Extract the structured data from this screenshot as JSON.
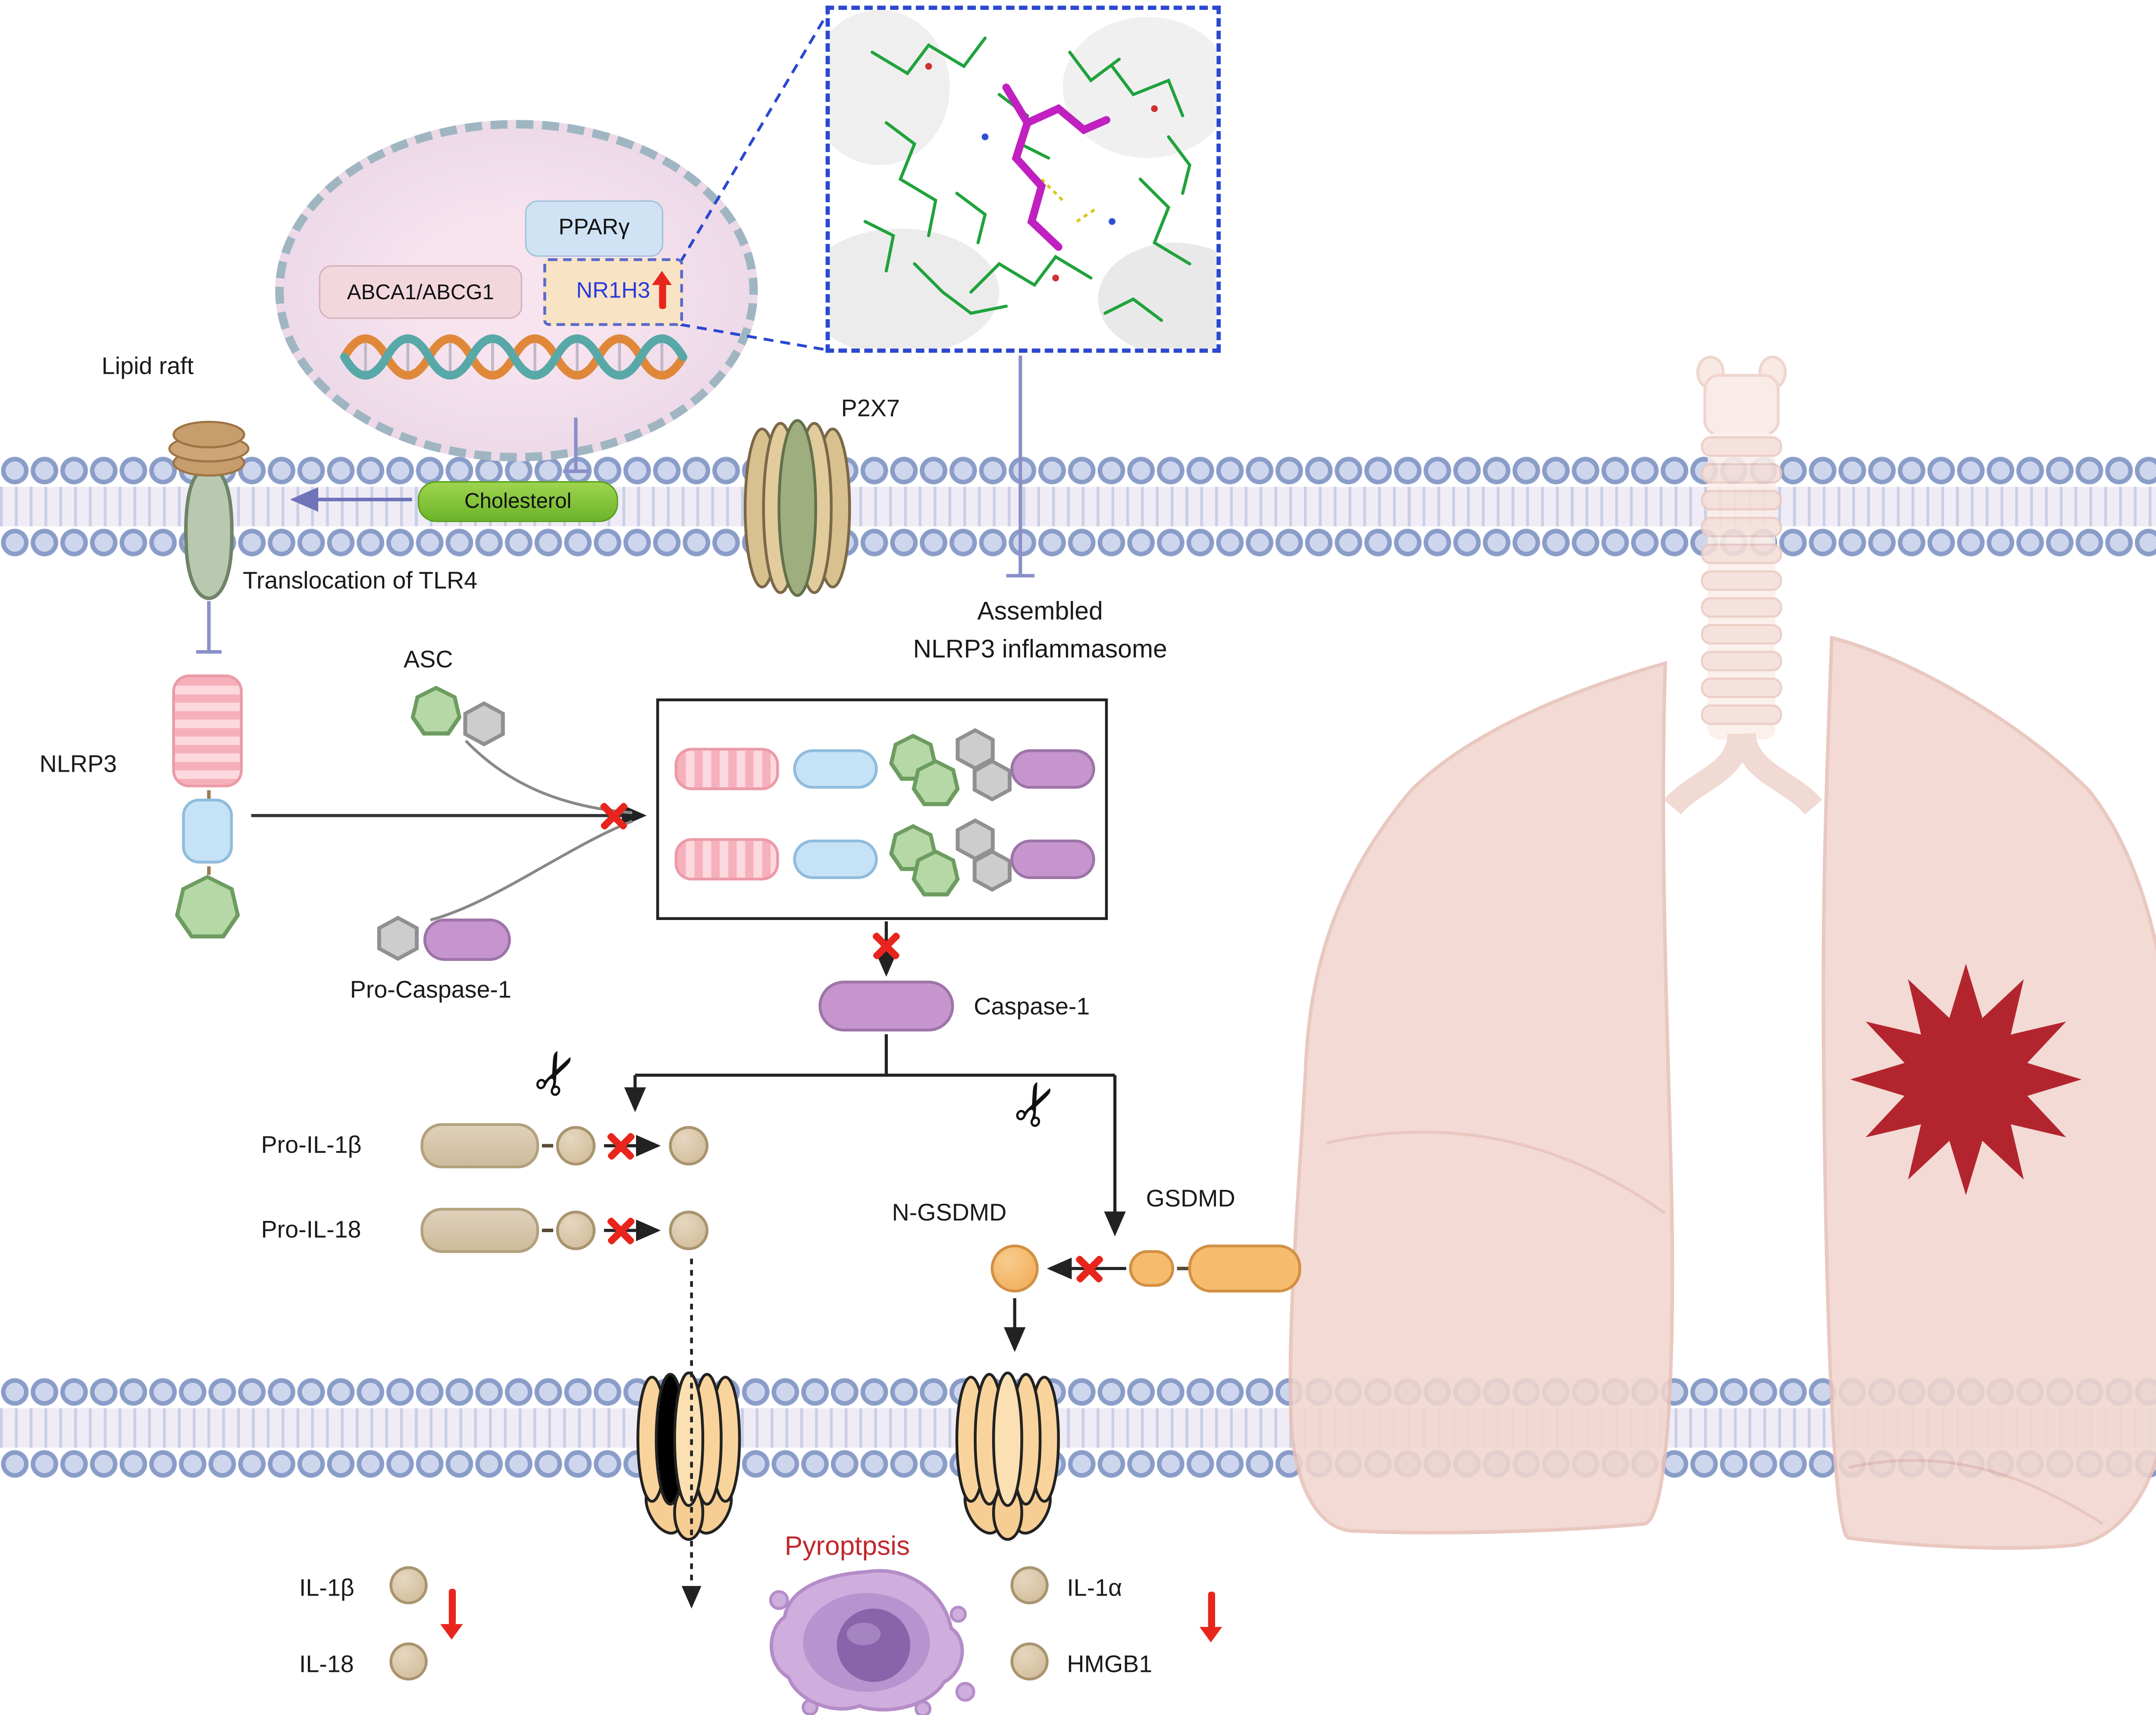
{
  "palette": {
    "membrane_blue": "#8a9cc8",
    "accent_purple": "#6f74b8",
    "nlrp3_pink": "#f6b0bc",
    "asc_green": "#b5d8a6",
    "caspase_purple": "#c795ce",
    "cytokine_tan": "#cfb995",
    "gsdmd_orange": "#f5bc6e",
    "alert_red": "#e8251d",
    "nr1h3_blue": "#2a3ae0",
    "lung_pink": "#f2d6cf",
    "inflammation_red": "#b3252e"
  },
  "nucleus": {
    "ppar_label": "PPARγ",
    "abca_label": "ABCA1/ABCG1",
    "nr1h3_label": "NR1H3"
  },
  "membrane_labels": {
    "lipid_raft": "Lipid raft",
    "cholesterol": "Cholesterol",
    "translocation": "Translocation of TLR4",
    "p2x7": "P2X7"
  },
  "inflammasome": {
    "assembled_line1": "Assembled",
    "assembled_line2": "NLRP3 inflammasome",
    "nlrp3": "NLRP3",
    "asc": "ASC",
    "pro_caspase1": "Pro-Caspase-1",
    "caspase1": "Caspase-1"
  },
  "cytokines": {
    "pro_il1b": "Pro-IL-1β",
    "pro_il18": "Pro-IL-18",
    "il1b": "IL-1β",
    "il18": "IL-18",
    "il1a": "IL-1α",
    "hmgb1": "HMGB1"
  },
  "gsdmd": {
    "n_gsdmd": "N-GSDMD",
    "gsdmd": "GSDMD"
  },
  "pyroptosis": {
    "label": "Pyroptpsis"
  }
}
